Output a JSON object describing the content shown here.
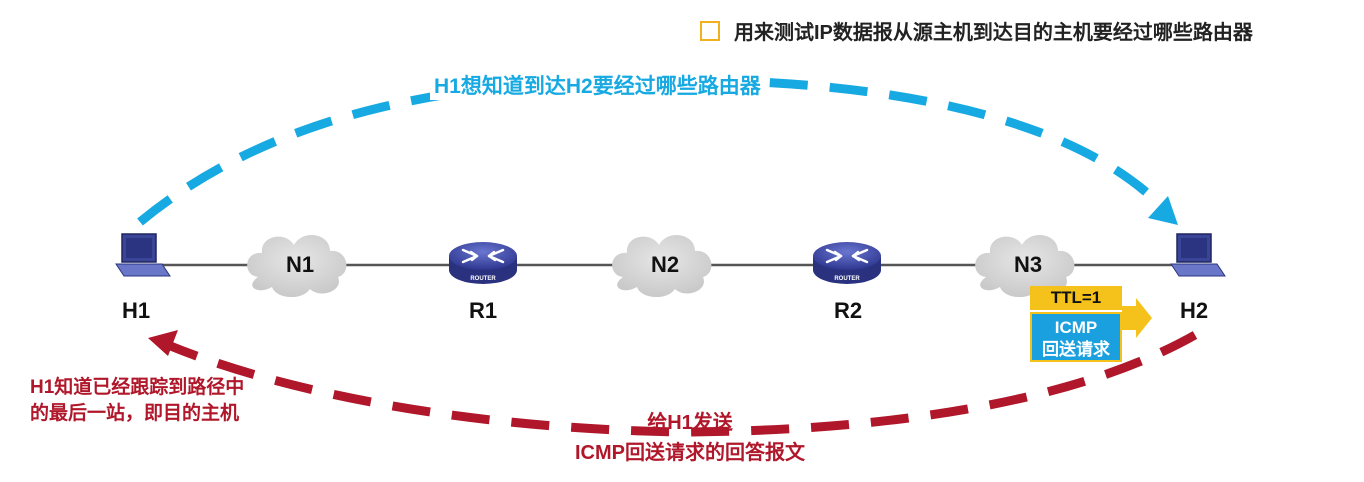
{
  "title": {
    "text": "用来测试IP数据报从源主机到达目的主机要经过哪些路由器"
  },
  "nodes": {
    "H1": "H1",
    "N1": "N1",
    "R1": "R1",
    "N2": "N2",
    "R2": "R2",
    "N3": "N3",
    "H2": "H2"
  },
  "router_badge": "ROUTER",
  "annotations": {
    "blue_top": "H1想知道到达H2要经过哪些路由器",
    "red_left": "H1知道已经跟踪到路径中的最后一站，即目的主机",
    "red_center_line1": "给H1发送",
    "red_center_line2": "ICMP回送请求的回答报文"
  },
  "packet": {
    "ttl": "TTL=1",
    "type_line1": "ICMP",
    "type_line2": "回送请求"
  },
  "colors": {
    "blue": "#17a9e1",
    "red": "#b0172a",
    "yellow": "#f5c21b",
    "router": "#3f4aa8",
    "cloud": "#d6d6d6"
  }
}
